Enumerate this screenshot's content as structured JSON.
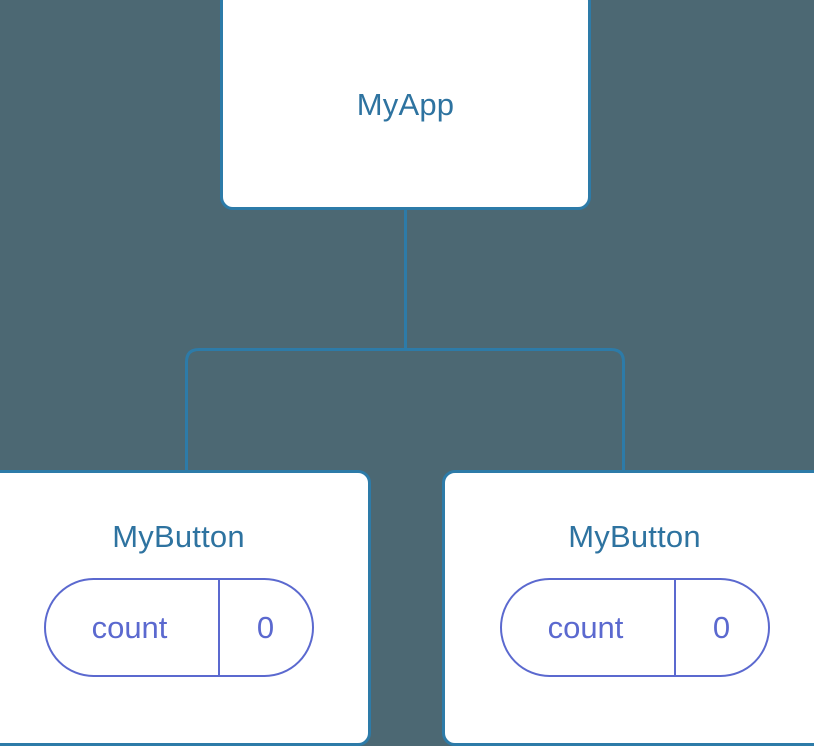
{
  "canvas": {
    "background_color": "#4c6873",
    "node_border_color": "#2d7ba8",
    "node_fill_color": "#ffffff",
    "node_label_color": "#2e73a0",
    "prop_accent_color": "#5b69cf",
    "edge_color": "#2d7ba8"
  },
  "tree": {
    "root": {
      "label": "MyApp",
      "children": [
        {
          "label": "MyButton",
          "props": [
            {
              "key": "count",
              "value": "0"
            }
          ]
        },
        {
          "label": "MyButton",
          "props": [
            {
              "key": "count",
              "value": "0"
            }
          ]
        }
      ]
    }
  }
}
